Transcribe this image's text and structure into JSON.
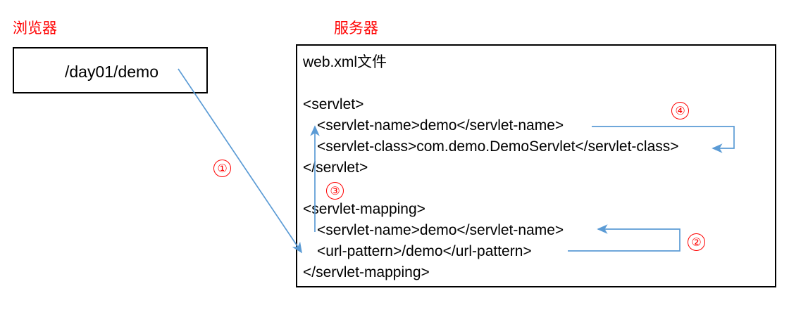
{
  "diagram": {
    "title_browser": "浏览器",
    "title_server": "服务器",
    "browser": {
      "url_value": "/day01/demo"
    },
    "server": {
      "file_header": "web.xml文件",
      "code_lines": [
        "<servlet>",
        "<servlet-name>demo</servlet-name>",
        "<servlet-class>com.demo.DemoServlet</servlet-class>",
        "</servlet>",
        "<servlet-mapping>",
        "<servlet-name>demo</servlet-name>",
        "<url-pattern>/demo</url-pattern>",
        "</servlet-mapping>"
      ]
    },
    "markers": [
      {
        "label": "①",
        "meaning": "browser-url-to-url-pattern"
      },
      {
        "label": "②",
        "meaning": "url-pattern-to-mapping-servlet-name"
      },
      {
        "label": "③",
        "meaning": "mapping-servlet-name-to-servlet-name"
      },
      {
        "label": "④",
        "meaning": "servlet-name-to-servlet-class"
      }
    ],
    "colors": {
      "label_red": "#ff0000",
      "arrow_blue": "#5b9bd5",
      "box_border": "#000000",
      "text": "#000000"
    }
  }
}
